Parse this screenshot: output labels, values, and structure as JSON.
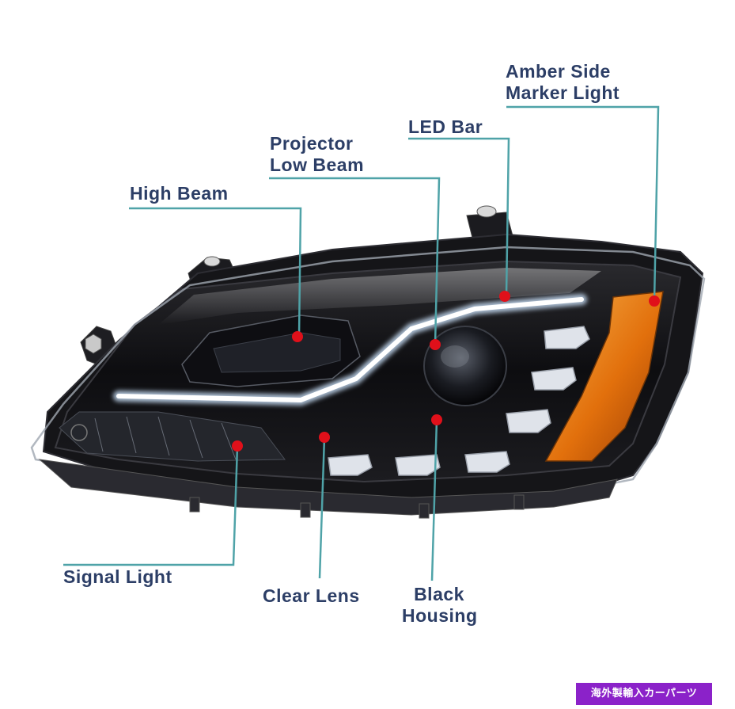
{
  "labels": {
    "amber_side_marker": [
      "Amber Side",
      "Marker Light"
    ],
    "led_bar": "LED Bar",
    "projector_low_beam": [
      "Projector",
      "Low Beam"
    ],
    "high_beam": "High Beam",
    "signal_light": "Signal Light",
    "clear_lens": "Clear Lens",
    "black_housing": [
      "Black",
      "Housing"
    ]
  },
  "watermark": "海外製輸入カーパーツ",
  "colors": {
    "label_text": "#2c3e66",
    "leader_line": "#4fa3a8",
    "marker_dot": "#e0101a",
    "amber": "#f08a12",
    "housing": "#111111",
    "watermark_bg": "#8b22c9"
  }
}
